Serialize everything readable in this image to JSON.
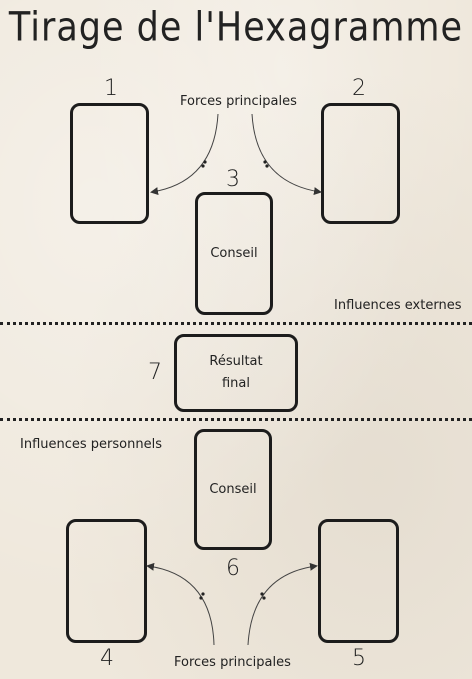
{
  "title": "Tirage de l'Hexagramme",
  "numbers": {
    "n1": "1",
    "n2": "2",
    "n3": "3",
    "n4": "4",
    "n5": "5",
    "n6": "6",
    "n7": "7"
  },
  "labels": {
    "forces_top": "Forces principales",
    "forces_bottom": "Forces principales",
    "influences_externes": "Influences externes",
    "influences_personnels": "Influences personnels"
  },
  "cards": {
    "card3": "Conseil",
    "card6": "Conseil",
    "card7_line1": "Résultat",
    "card7_line2": "final"
  }
}
